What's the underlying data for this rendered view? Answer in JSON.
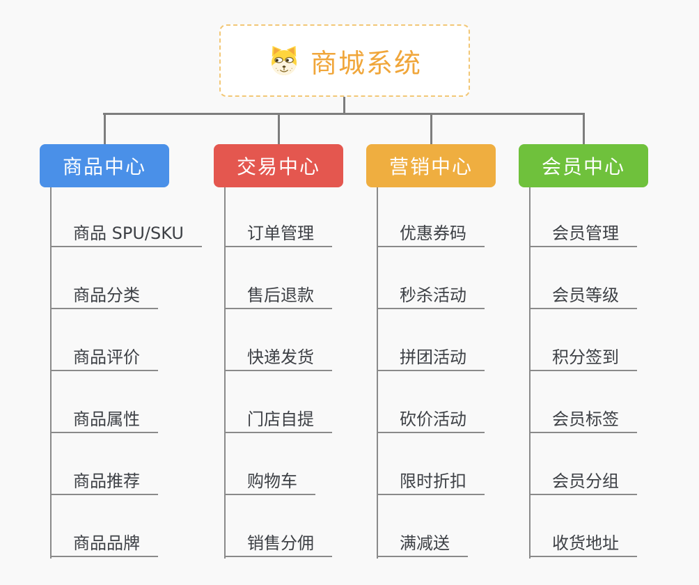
{
  "page": {
    "background_color": "#f9f9f9",
    "connector_color": "#7d7d7d",
    "underline_color": "#8a8a8a",
    "leaf_text_color": "#3d4045"
  },
  "root": {
    "title": "商城系统",
    "icon": "dog-face-icon",
    "text_color": "#f0a63a",
    "border_color": "#f2c776",
    "background": "#ffffff"
  },
  "branches": [
    {
      "label": "商品中心",
      "color": "#4a90e8",
      "children": [
        "商品 SPU/SKU",
        "商品分类",
        "商品评价",
        "商品属性",
        "商品推荐",
        "商品品牌"
      ]
    },
    {
      "label": "交易中心",
      "color": "#e4574f",
      "children": [
        "订单管理",
        "售后退款",
        "快递发货",
        "门店自提",
        "购物车",
        "销售分佣"
      ]
    },
    {
      "label": "营销中心",
      "color": "#efae40",
      "children": [
        "优惠券码",
        "秒杀活动",
        "拼团活动",
        "砍价活动",
        "限时折扣",
        "满减送"
      ]
    },
    {
      "label": "会员中心",
      "color": "#6fc13c",
      "children": [
        "会员管理",
        "会员等级",
        "积分签到",
        "会员标签",
        "会员分组",
        "收货地址"
      ]
    }
  ]
}
